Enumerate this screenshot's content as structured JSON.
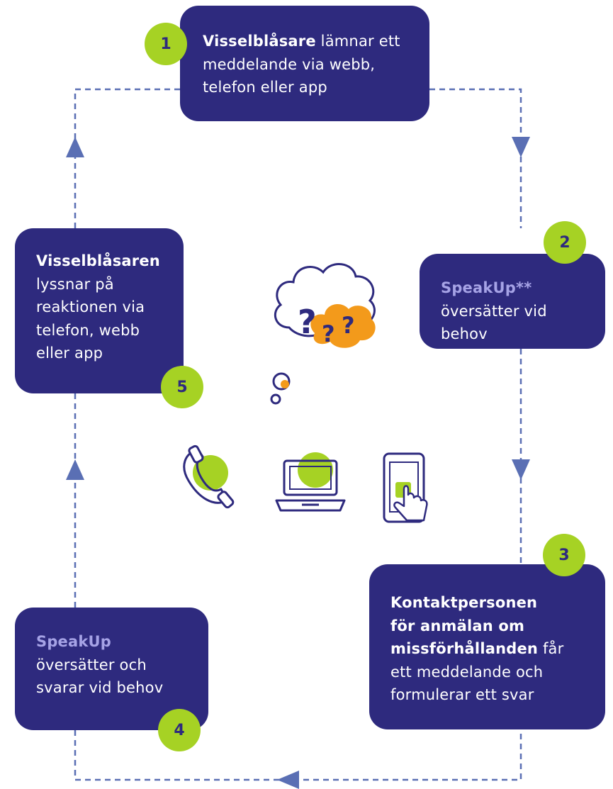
{
  "steps": [
    {
      "number": "1",
      "lines": [
        [
          "Visselblåsare",
          " lämnar ett"
        ],
        [
          "meddelande via webb,"
        ],
        [
          "telefon eller app"
        ]
      ]
    },
    {
      "number": "2",
      "lines": [
        [
          "SpeakUp**"
        ],
        [
          "översätter vid"
        ],
        [
          "behov"
        ]
      ]
    },
    {
      "number": "3",
      "lines": [
        [
          "Kontaktpersonen"
        ],
        [
          "för anmälan om"
        ],
        [
          "missförhållanden",
          " får"
        ],
        [
          "ett meddelande och"
        ],
        [
          "formulerar ett svar"
        ]
      ]
    },
    {
      "number": "4",
      "lines": [
        [
          "SpeakUp"
        ],
        [
          "översätter och"
        ],
        [
          "svarar vid behov"
        ]
      ]
    },
    {
      "number": "5",
      "lines": [
        [
          "Visselblåsaren"
        ],
        [
          "lyssnar på"
        ],
        [
          "reaktionen via"
        ],
        [
          "telefon, webb"
        ],
        [
          "eller app"
        ]
      ]
    }
  ],
  "colors": {
    "box": "#2e2a7e",
    "badge": "#a6d224",
    "highlight_text": "#a6a3e6",
    "connector": "#5a6fb4",
    "thought_accent": "#f39a1b"
  },
  "icons": [
    "thought-bubble-icon",
    "phone-icon",
    "laptop-icon",
    "tablet-touch-icon"
  ]
}
